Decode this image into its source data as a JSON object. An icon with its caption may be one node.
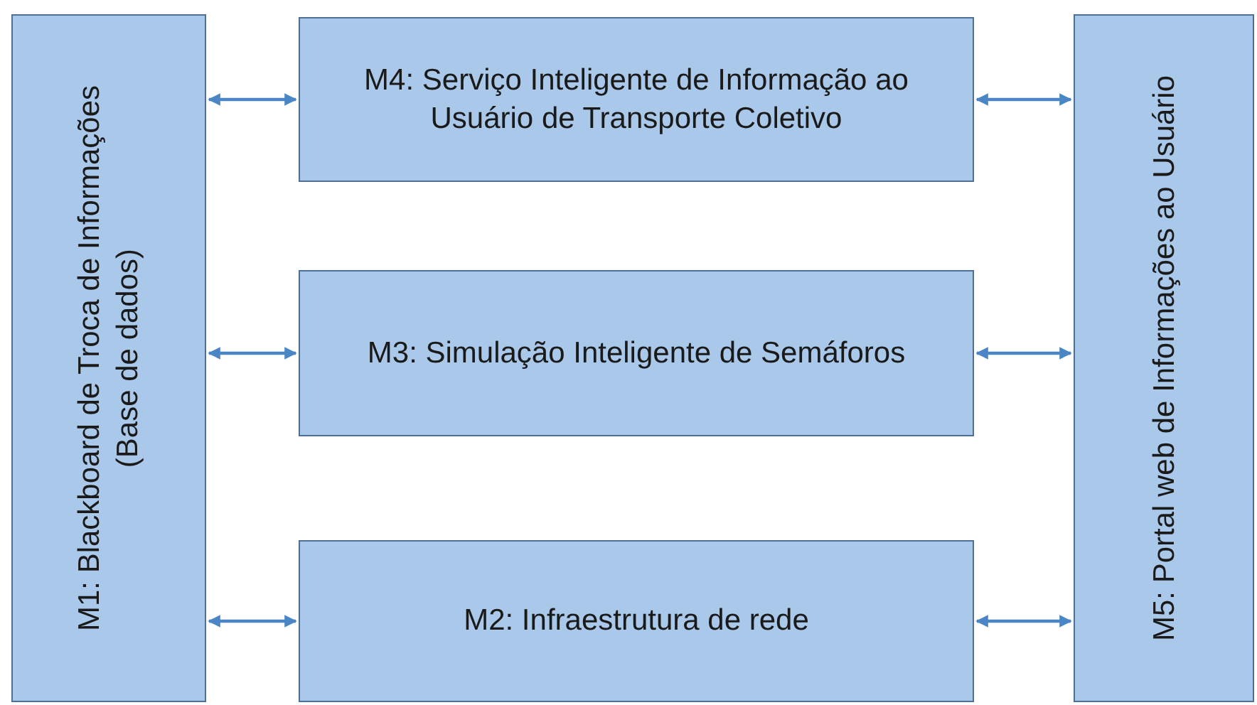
{
  "diagram": {
    "nodes": [
      {
        "text": [
          "M1: Blackboard de Troca de Informações (Base de dados)"
        ]
      },
      {
        "text": [
          "M4: Serviço Inteligente de Informação ao Usuário de Transporte Coletivo"
        ]
      },
      {
        "text": [
          "M3: Simulação Inteligente de Semáforos"
        ]
      },
      {
        "text": [
          "M2: Infraestrutura de rede"
        ]
      },
      {
        "text": [
          "M5: Portal web de Informações ao Usuário"
        ]
      }
    ],
    "edges": [
      {
        "from": 0,
        "to": 1,
        "arrow": "both"
      },
      {
        "from": 0,
        "to": 2,
        "arrow": "both"
      },
      {
        "from": 0,
        "to": 3,
        "arrow": "both"
      },
      {
        "from": 1,
        "to": 4,
        "arrow": "both"
      },
      {
        "from": 2,
        "to": 4,
        "arrow": "both"
      },
      {
        "from": 3,
        "to": 4,
        "arrow": "both"
      }
    ]
  }
}
